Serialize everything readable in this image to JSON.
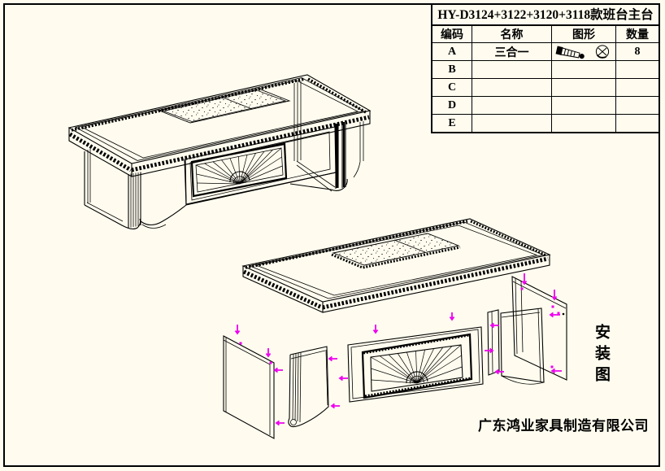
{
  "page": {
    "background": "#FFFCEF",
    "line_color": "#000000",
    "marker_color": "#EE00EE"
  },
  "parts_table": {
    "title": "HY-D3124+3122+3120+3118款班台主台",
    "headers": [
      "编码",
      "名称",
      "图形",
      "数量"
    ],
    "rows": [
      {
        "code": "A",
        "name": "三合一",
        "graphic_icon": "bolt-and-cam-lock",
        "qty": "8"
      },
      {
        "code": "B",
        "name": "",
        "graphic_icon": "",
        "qty": ""
      },
      {
        "code": "C",
        "name": "",
        "graphic_icon": "",
        "qty": ""
      },
      {
        "code": "D",
        "name": "",
        "graphic_icon": "",
        "qty": ""
      },
      {
        "code": "E",
        "name": "",
        "graphic_icon": "",
        "qty": ""
      }
    ]
  },
  "labels": {
    "install_diagram": "安装图",
    "company": "广东鸿业家具制造有限公司"
  },
  "drawing": {
    "views": [
      {
        "name": "assembled-desk-view",
        "description": "isometric wireframe of executive desk with carved edge molding, inset writing pad and sunburst modesty panel"
      },
      {
        "name": "exploded-desk-view",
        "description": "exploded assembly view: desktop slab, side panels, pedestal panels, sunburst modesty panel with magenta assembly markers"
      }
    ]
  }
}
